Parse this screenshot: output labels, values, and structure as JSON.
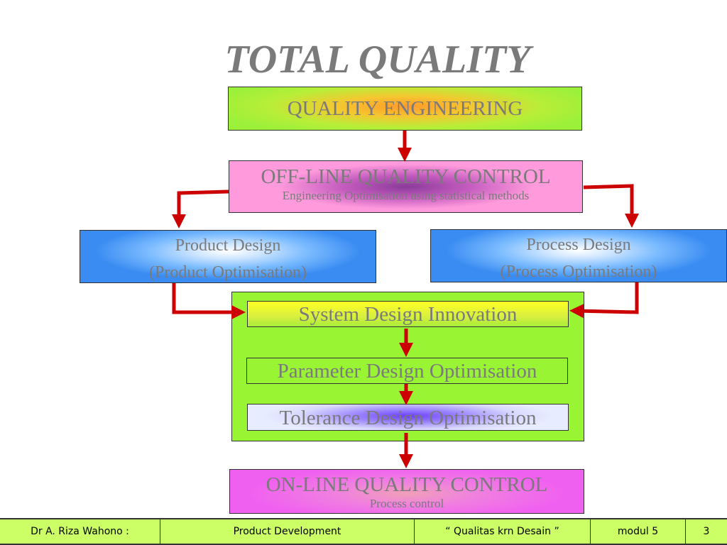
{
  "title": "TOTAL QUALITY",
  "quality_engineering": "QUALITY ENGINEERING",
  "offline_control": {
    "title": "OFF-LINE QUALITY CONTROL",
    "subtitle": "Engineering Optimisation using statistical methods"
  },
  "product_design": {
    "line1": "Product Design",
    "line2": "(Product Optimisation)"
  },
  "process_design": {
    "line1": "Process Design",
    "line2": "(Process Optimisation)"
  },
  "stages": {
    "system": "System Design Innovation",
    "parameter": "Parameter Design Optimisation",
    "tolerance": "Tolerance Design Optimisation"
  },
  "online_control": {
    "title": "ON-LINE QUALITY CONTROL",
    "subtitle": "Process control"
  },
  "footer": {
    "author": "Dr A. Riza Wahono :",
    "course": "Product Development",
    "topic": "“ Qualitas krn Desain ”",
    "module": "modul 5",
    "page": "3"
  },
  "colors": {
    "arrow": "#cc0000",
    "text_gray": "#7a7a7a",
    "footer_bg": "#ccff66"
  }
}
